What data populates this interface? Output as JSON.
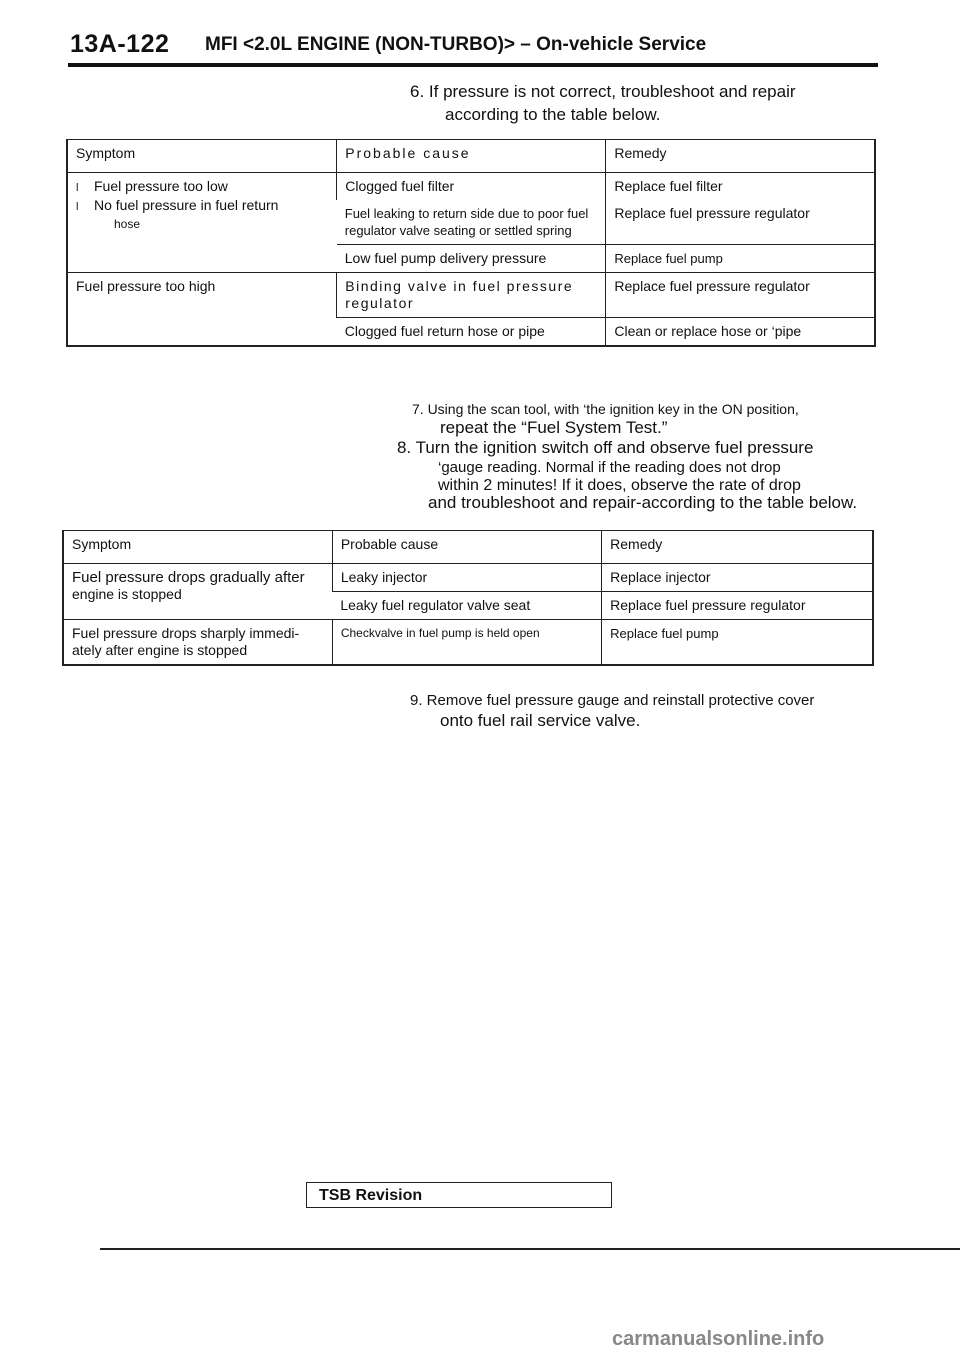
{
  "header": {
    "page_number": "13A-122",
    "title": "MFI <2.0L ENGINE (NON-TURBO)> – On-vehicle Service"
  },
  "step6": {
    "line1": "6. If pressure is not correct, troubleshoot and repair",
    "line2": "according to the table below."
  },
  "table1": {
    "headers": [
      "Symptom",
      "Probable cause",
      "Remedy"
    ],
    "symptom1_bullet1": "Fuel pressure too low",
    "symptom1_bullet2": "No fuel pressure in fuel return",
    "symptom1_bullet2_cont": "hose",
    "bullet_glyph": "l",
    "rows": [
      {
        "cause": "Clogged fuel filter",
        "remedy": "Replace fuel filter"
      },
      {
        "cause": "Fuel leaking to return side due to poor fuel regulator valve seating or settled spring",
        "remedy": "Replace fuel pressure regulator"
      },
      {
        "cause": "Low fuel pump delivery pressure",
        "remedy": "Replace fuel pump"
      },
      {
        "symptom": "Fuel pressure too high",
        "cause": "Binding valve in fuel pressure regulator",
        "remedy": "Replace fuel pressure regulator"
      },
      {
        "cause": "Clogged fuel return hose or pipe",
        "remedy": "Clean or replace hose or ‘pipe"
      }
    ]
  },
  "step7": {
    "line1": "7. Using the scan tool, with ‘the ignition key in the ON position,",
    "line2": "repeat the “Fuel System Test.”"
  },
  "step8": {
    "line1": "8. Turn the ignition switch off and observe fuel pressure",
    "line2": "‘gauge reading. Normal if the reading does not drop",
    "line3": "within 2 minutes! If it does, observe the rate of drop",
    "line4": "and troubleshoot and repair-according to the table below."
  },
  "table2": {
    "headers": [
      "Symptom",
      "Probable cause",
      "Remedy"
    ],
    "rows": [
      {
        "symptom_line1": "Fuel pressure drops gradually after",
        "symptom_line2": "engine is stopped",
        "cause": "Leaky injector",
        "remedy": "Replace injector"
      },
      {
        "cause": "Leaky fuel regulator valve seat",
        "remedy": "Replace fuel pressure regulator"
      },
      {
        "symptom_line1": "Fuel pressure drops sharply immedi-",
        "symptom_line2": "ately after engine is stopped",
        "cause": "Checkvalve in fuel pump is held open",
        "remedy": "Replace fuel pump"
      }
    ]
  },
  "step9": {
    "line1": "9. Remove fuel pressure gauge and reinstall protective cover",
    "line2": "onto fuel rail service valve."
  },
  "footer": {
    "tsb": "TSB Revision",
    "watermark": "carmanualsonline.info"
  }
}
